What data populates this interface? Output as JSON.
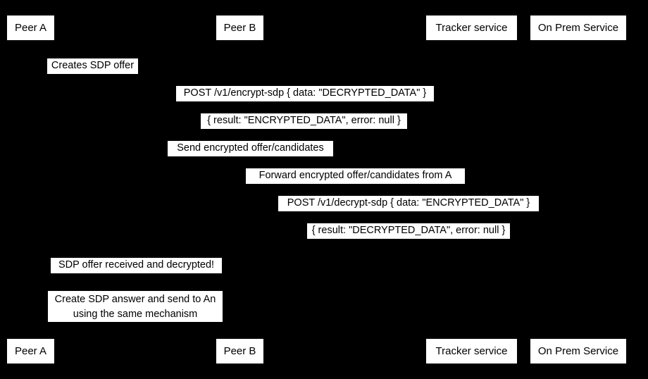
{
  "diagram": {
    "title": "WebRTC SDP encrypted offer exchange sequence",
    "type": "uml-sequence-diagram",
    "background_color": "#000000",
    "label_background_color": "#ffffff",
    "label_text_color": "#000000"
  },
  "participants": [
    {
      "id": "peer-a",
      "label": "Peer A"
    },
    {
      "id": "peer-b",
      "label": "Peer B"
    },
    {
      "id": "tracker-service",
      "label": "Tracker service"
    },
    {
      "id": "on-prem-service",
      "label": "On Prem Service"
    }
  ],
  "participants_footer": [
    {
      "id": "peer-a",
      "label": "Peer A"
    },
    {
      "id": "peer-b",
      "label": "Peer B"
    },
    {
      "id": "tracker-service",
      "label": "Tracker service"
    },
    {
      "id": "on-prem-service",
      "label": "On Prem Service"
    }
  ],
  "messages": [
    {
      "id": "msg-creates-sdp-offer",
      "label": "Creates SDP offer",
      "from": "peer-a",
      "to": "peer-a",
      "kind": "self"
    },
    {
      "id": "msg-post-encrypt-sdp",
      "label": "POST /v1/encrypt-sdp { data: \"DECRYPTED_DATA\" }",
      "from": "peer-a",
      "to": "on-prem-service",
      "kind": "request"
    },
    {
      "id": "msg-encrypt-sdp-result",
      "label": "{ result: \"ENCRYPTED_DATA\", error: null }",
      "from": "on-prem-service",
      "to": "peer-a",
      "kind": "response"
    },
    {
      "id": "msg-send-encrypted-offer",
      "label": "Send encrypted offer/candidates",
      "from": "peer-a",
      "to": "tracker-service",
      "kind": "request"
    },
    {
      "id": "msg-forward-encrypted-offer",
      "label": "Forward encrypted offer/candidates from A",
      "from": "tracker-service",
      "to": "peer-b",
      "kind": "request"
    },
    {
      "id": "msg-post-decrypt-sdp",
      "label": "POST /v1/decrypt-sdp { data: \"ENCRYPTED_DATA\" }",
      "from": "peer-b",
      "to": "on-prem-service",
      "kind": "request"
    },
    {
      "id": "msg-decrypt-sdp-result",
      "label": "{ result: \"DECRYPTED_DATA\", error: null }",
      "from": "on-prem-service",
      "to": "peer-b",
      "kind": "response"
    },
    {
      "id": "msg-offer-received",
      "label": "SDP offer received and decrypted!",
      "from": "peer-b",
      "to": "peer-b",
      "kind": "self"
    },
    {
      "id": "msg-create-answer",
      "label_line1": "Create SDP answer and send to An",
      "label_line2": "using the same mechanism",
      "from": "peer-b",
      "to": "peer-b",
      "kind": "self"
    }
  ]
}
